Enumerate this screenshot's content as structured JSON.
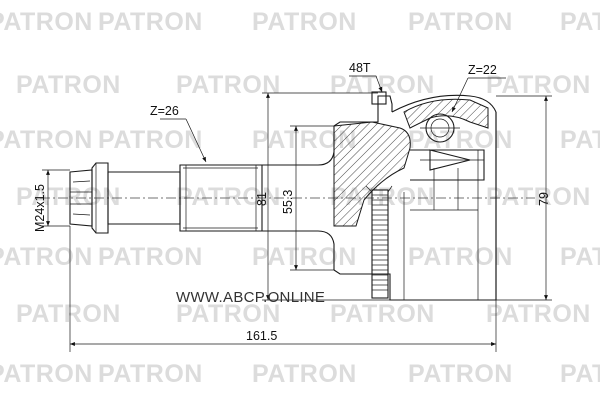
{
  "watermark": {
    "brand": "PATRON"
  },
  "drawing": {
    "site": "WWW.ABCP.ONLINE",
    "dims": {
      "outer_spline": "48T",
      "inner_teeth": "Z=22",
      "shaft_teeth": "Z=26",
      "thread": "M24x1.5",
      "length": "161.5",
      "flange_diameter": "81",
      "bell_diameter": "55.3",
      "outer_diameter": "79"
    }
  }
}
